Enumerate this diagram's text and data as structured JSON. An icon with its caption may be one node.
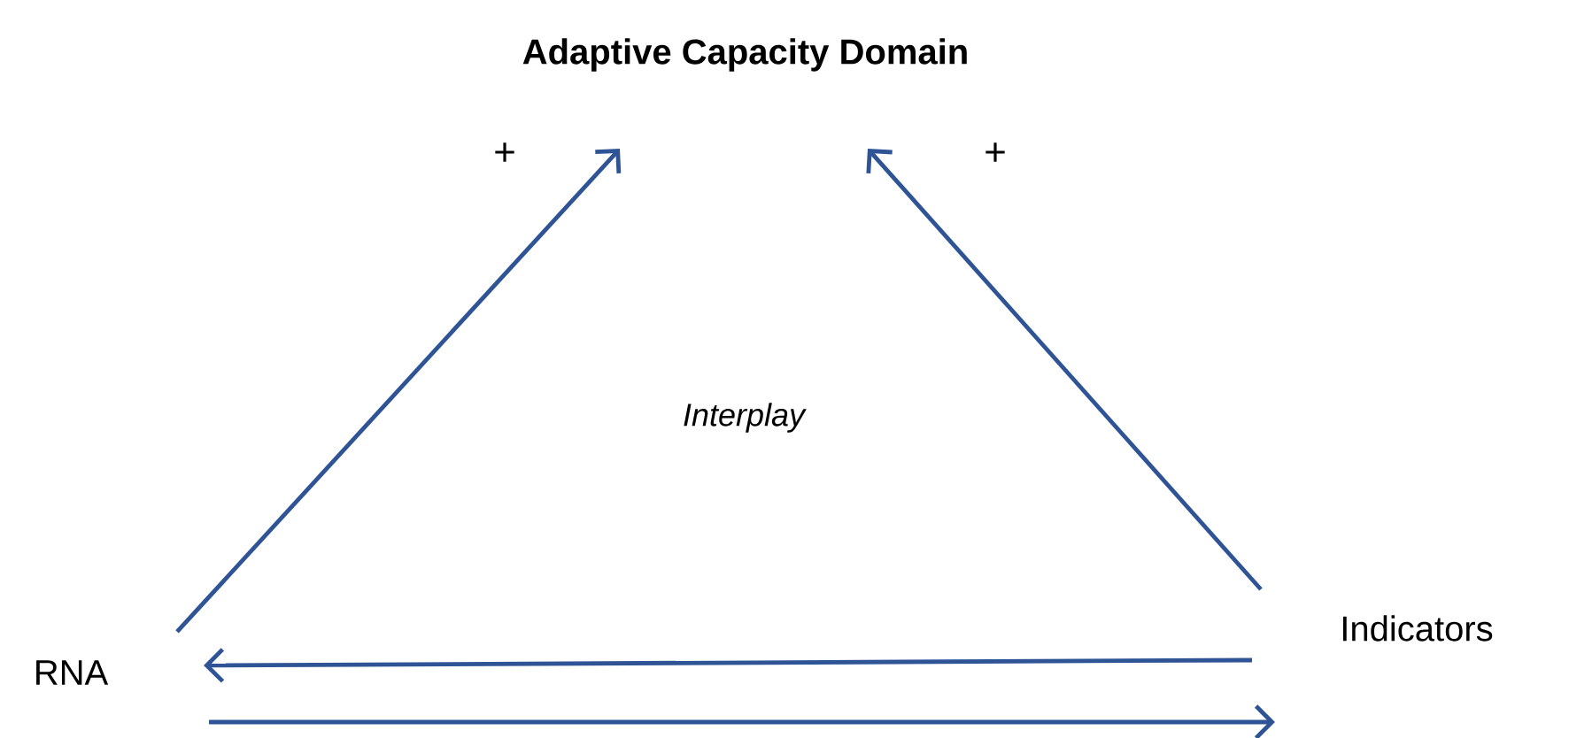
{
  "diagram": {
    "nodes": [
      {
        "text": [
          "Adaptive Capacity Domain"
        ]
      },
      {
        "text": [
          "RNA"
        ]
      },
      {
        "text": [
          "Indicators"
        ]
      }
    ],
    "edges": [
      {
        "from": 1,
        "to": 0,
        "arrow": "to",
        "label": "+"
      },
      {
        "from": 2,
        "to": 0,
        "arrow": "to",
        "label": "+"
      },
      {
        "from": 2,
        "to": 1,
        "arrow": "to"
      },
      {
        "from": 1,
        "to": 2,
        "arrow": "to"
      }
    ],
    "labels": [
      "Interplay"
    ]
  }
}
